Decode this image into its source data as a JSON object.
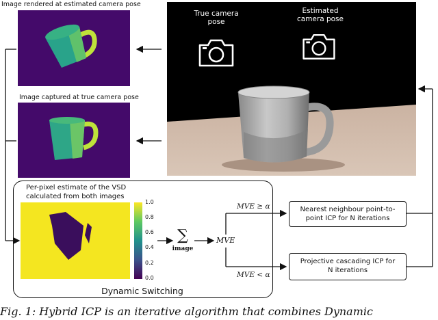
{
  "labels": {
    "top_image": "Image rendered at estimated camera pose",
    "mid_image": "Image captured at true camera pose",
    "vsd_line1": "Per-pixel estimate of the VSD",
    "vsd_line2": "calculated from both images",
    "true_cam_1": "True camera",
    "true_cam_2": "pose",
    "est_cam_1": "Estimated",
    "est_cam_2": "camera pose",
    "sum_symbol": "∑",
    "sum_sub": "image",
    "mve": "MVE",
    "cond_upper": "MVE ≥ α",
    "cond_lower": "MVE < α",
    "box1_l1": "Nearest neighbour point-to-",
    "box1_l2": "point ICP for N iterations",
    "box2_l1": "Projective cascading ICP for",
    "box2_l2": "N iterations",
    "dynamic": "Dynamic Switching",
    "caption": "Fig. 1: Hybrid ICP is an iterative algorithm that combines Dynamic"
  },
  "colorbar": {
    "ticks": [
      "1.0",
      "0.8",
      "0.6",
      "0.4",
      "0.2",
      "0.0"
    ],
    "colors": {
      "top": "#fde725",
      "upper": "#5ec962",
      "mid": "#21918c",
      "lower": "#3b528b",
      "bottom": "#440154"
    }
  },
  "icons": {
    "camera": "camera-icon"
  }
}
